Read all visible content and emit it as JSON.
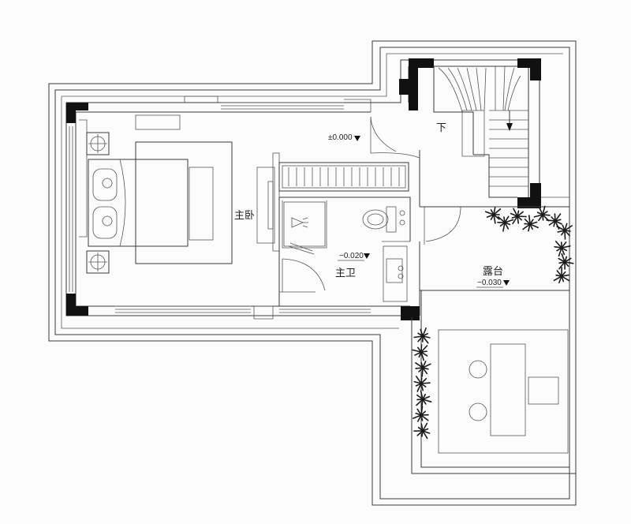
{
  "plan": {
    "rooms": {
      "master_bedroom": "主卧",
      "master_bath": "主卫",
      "terrace": "露台",
      "stair_down": "下"
    },
    "levels": {
      "bedroom_level": "±0.000",
      "bath_level": "−0.020",
      "terrace_level": "−0.030"
    },
    "colors": {
      "line": "#3a3a3a",
      "column": "#111111",
      "plant": "#1a1a1a",
      "background": "#fcfcfc"
    }
  }
}
